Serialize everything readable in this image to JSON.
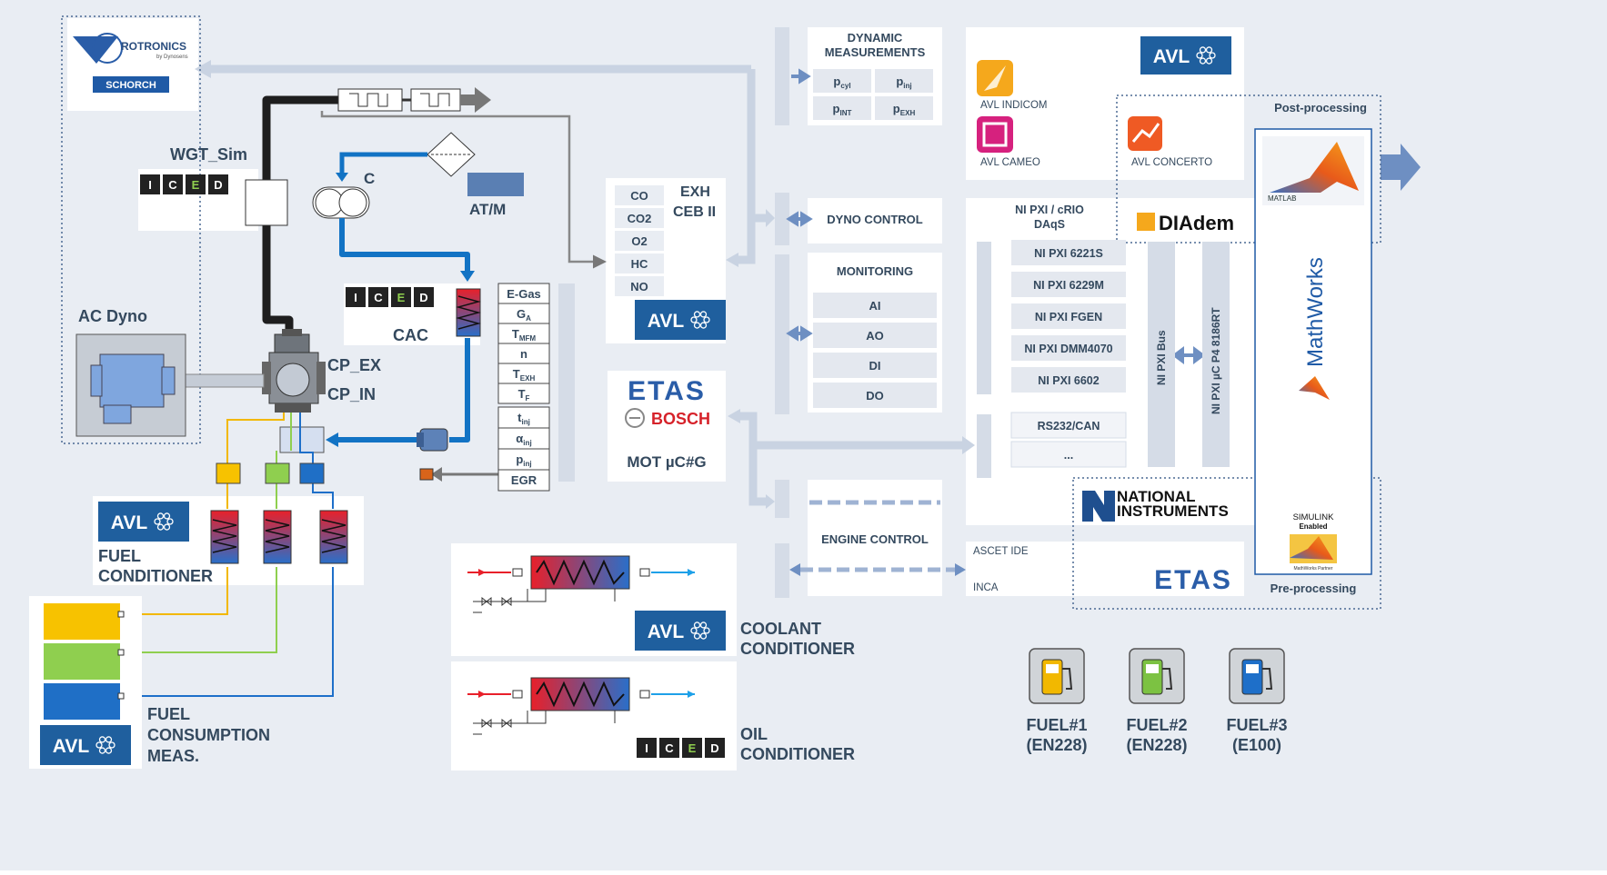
{
  "brands": {
    "rotronics": "ROTRONICS",
    "rotronics_sub": "by Dynosens",
    "schorch": "SCHORCH",
    "avl": "AVL",
    "iced": [
      "I",
      "C",
      "E",
      "D"
    ],
    "etas": "ETAS",
    "bosch": "BOSCH",
    "ni": [
      "NATIONAL",
      "INSTRUMENTS"
    ],
    "matlab": "MATLAB",
    "mathworks": "MathWorks",
    "simulink": [
      "SIMULINK",
      "Enabled",
      "MathWorks Partner"
    ],
    "diadem": "DIAdem"
  },
  "engine": {
    "wgt_sim": "WGT_Sim",
    "compressor": "C",
    "atm": "AT/M",
    "ac_dyno": "AC Dyno",
    "cp_ex": "CP_EX",
    "cp_in": "CP_IN",
    "cac": "CAC",
    "fuel_conditioner": [
      "FUEL",
      "CONDITIONER"
    ],
    "fuel_consumption": [
      "FUEL",
      "CONSUMPTION",
      "MEAS."
    ]
  },
  "sensors": {
    "list": [
      "E-Gas",
      "G_A",
      "T_MFM",
      "n",
      "T_EXH",
      "T_F"
    ],
    "injection": [
      "t_inj",
      "α_inj",
      "p_inj",
      "EGR"
    ]
  },
  "exhaust": {
    "title": [
      "EXH",
      "CEB II"
    ],
    "gases": [
      "CO",
      "CO2",
      "O2",
      "HC",
      "NO"
    ]
  },
  "ecu": {
    "label": "MOT µC#G"
  },
  "conditioners": {
    "coolant": [
      "COOLANT",
      "CONDITIONER"
    ],
    "oil": [
      "OIL",
      "CONDITIONER"
    ]
  },
  "dynamic": {
    "title": [
      "DYNAMIC",
      "MEASUREMENTS"
    ],
    "cells": [
      "p_cyl",
      "p_inj",
      "p_INT",
      "p_EXH"
    ]
  },
  "dyno_control": "DYNO CONTROL",
  "monitoring": {
    "title": "MONITORING",
    "items": [
      "AI",
      "AO",
      "DI",
      "DO"
    ]
  },
  "engine_control": "ENGINE CONTROL",
  "software": {
    "indicom": "AVL INDICOM",
    "cameo": "AVL CAMEO",
    "concerto": "AVL CONCERTO",
    "post_processing": "Post-processing",
    "pre_processing": "Pre-processing",
    "ascet": "ASCET IDE",
    "inca": "INCA"
  },
  "daq": {
    "title": [
      "NI PXI / cRIO",
      "DAqS"
    ],
    "modules": [
      "NI PXI 6221S",
      "NI PXI 6229M",
      "NI PXI FGEN",
      "NI PXI DMM4070",
      "NI PXI 6602"
    ],
    "extra": [
      "RS232/CAN",
      "..."
    ],
    "bus": "NI PXI Bus",
    "controller": "NI PXI µC P4 8186RT"
  },
  "fuels": [
    {
      "name": "FUEL#1",
      "spec": "(EN228)",
      "color": "#f2b800"
    },
    {
      "name": "FUEL#2",
      "spec": "(EN228)",
      "color": "#7cc242"
    },
    {
      "name": "FUEL#3",
      "spec": "(E100)",
      "color": "#1e6fc9"
    }
  ],
  "colors": {
    "avl_blue": "#1f5f9e",
    "pipe_blue": "#1273c4",
    "yellow": "#f7c200",
    "green": "#8fcf4f",
    "tank_blue": "#1f6fc6",
    "arrow": "#9aaecb"
  }
}
